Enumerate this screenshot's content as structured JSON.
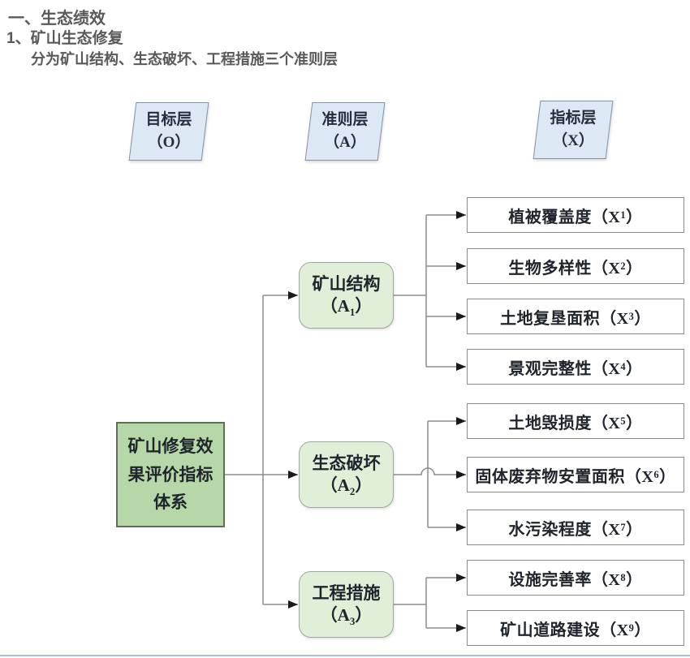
{
  "headings": {
    "h1": "一、生态绩效",
    "h2": "1、矿山生态修复",
    "h3": "分为矿山结构、生态破坏、工程措施三个准则层"
  },
  "layers": [
    {
      "title": "目标层",
      "code": "（O）"
    },
    {
      "title": "准则层",
      "code": "（A）"
    },
    {
      "title": "指标层",
      "code": "（X）"
    }
  ],
  "root": {
    "label": "矿山修复效果评价指标体系"
  },
  "criteria": [
    {
      "label": "矿山结构",
      "code_prefix": "（A",
      "code_sub": "1",
      "code_suffix": "）"
    },
    {
      "label": "生态破坏",
      "code_prefix": "（A",
      "code_sub": "2",
      "code_suffix": "）"
    },
    {
      "label": "工程措施",
      "code_prefix": "（A",
      "code_sub": "3",
      "code_suffix": "）"
    }
  ],
  "indicators": [
    {
      "prefix": "植被覆盖度（X",
      "sub": "1",
      "suffix": "）"
    },
    {
      "prefix": "生物多样性（X",
      "sub": "2",
      "suffix": "）"
    },
    {
      "prefix": "土地复垦面积（X",
      "sub": "3",
      "suffix": "）"
    },
    {
      "prefix": "景观完整性（X",
      "sub": "4",
      "suffix": "）"
    },
    {
      "prefix": "土地毁损度（X",
      "sub": "5",
      "suffix": "）"
    },
    {
      "prefix": "固体废弃物安置面积（X",
      "sub": "6",
      "suffix": "）"
    },
    {
      "prefix": "水污染程度（X",
      "sub": "7",
      "suffix": "）"
    },
    {
      "prefix": "设施完善率（X",
      "sub": "8",
      "suffix": "）"
    },
    {
      "prefix": "矿山道路建设（X",
      "sub": "9",
      "suffix": "）"
    }
  ],
  "colors": {
    "layer_fill": "#dce8f4",
    "layer_border": "#8193a8",
    "root_fill": "#b6d7a7",
    "root_border": "#5f6f57",
    "criteria_fill": "#e1eed8",
    "criteria_border": "#9ba89b",
    "indicator_fill": "#ffffff",
    "indicator_border": "#8c8c8c",
    "line": "#8c8c8c",
    "arrow": "#1a1a1a",
    "heading_text": "#595959",
    "box_text": "#20242c",
    "bottom_divider": "#9dc3e6"
  }
}
